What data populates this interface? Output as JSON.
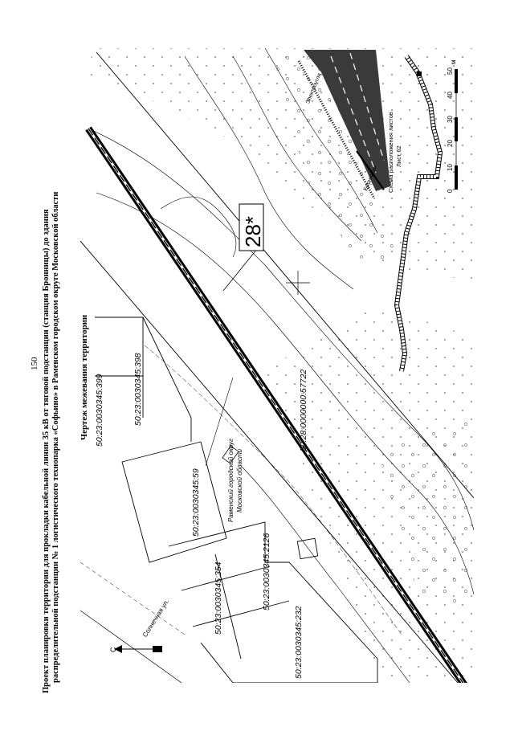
{
  "page_number": "150",
  "header": {
    "line1": "Проект планировки территории для прокладки кабельной линии 35 кВ от тяговой подстанции (станция Бронницы) до здания",
    "line2": "распределительной подстанции № 1 логистического технопарка «Софьино» в Раменском городском округе Московской области"
  },
  "map": {
    "title": "Чертеж межевания территории",
    "north_label": "С",
    "street_label": "Солнечная ул.",
    "district_label_line1": "Раменский городской округ",
    "district_label_line2": "Московской области",
    "marker_label": "28*",
    "parcels": [
      {
        "id": "p399",
        "number": "50:23:0030345:399"
      },
      {
        "id": "p398",
        "number": "50:23:0030345:398"
      },
      {
        "id": "p59",
        "number": "50:23:0030345:59"
      },
      {
        "id": "p354",
        "number": "50:23:0030345:354"
      },
      {
        "id": "p2126",
        "number": "50:23:0030345:2126"
      },
      {
        "id": "p232",
        "number": "50:23:0030345:232"
      },
      {
        "id": "p57722",
        "number": "50:28:0000000:57722"
      }
    ],
    "road_labels": [
      "Бронницы",
      "Электроугли"
    ],
    "colors": {
      "line": "#000000",
      "cable": "#000000",
      "road_fill": "#3a3a3a",
      "dots": "#666666"
    }
  },
  "layout_scheme": {
    "title_line1": "Схема расположения листов",
    "title_line2": "Лист 62",
    "scale_unit": "м",
    "scale_ticks": [
      "0",
      "10",
      "20",
      "30",
      "40",
      "50"
    ]
  }
}
